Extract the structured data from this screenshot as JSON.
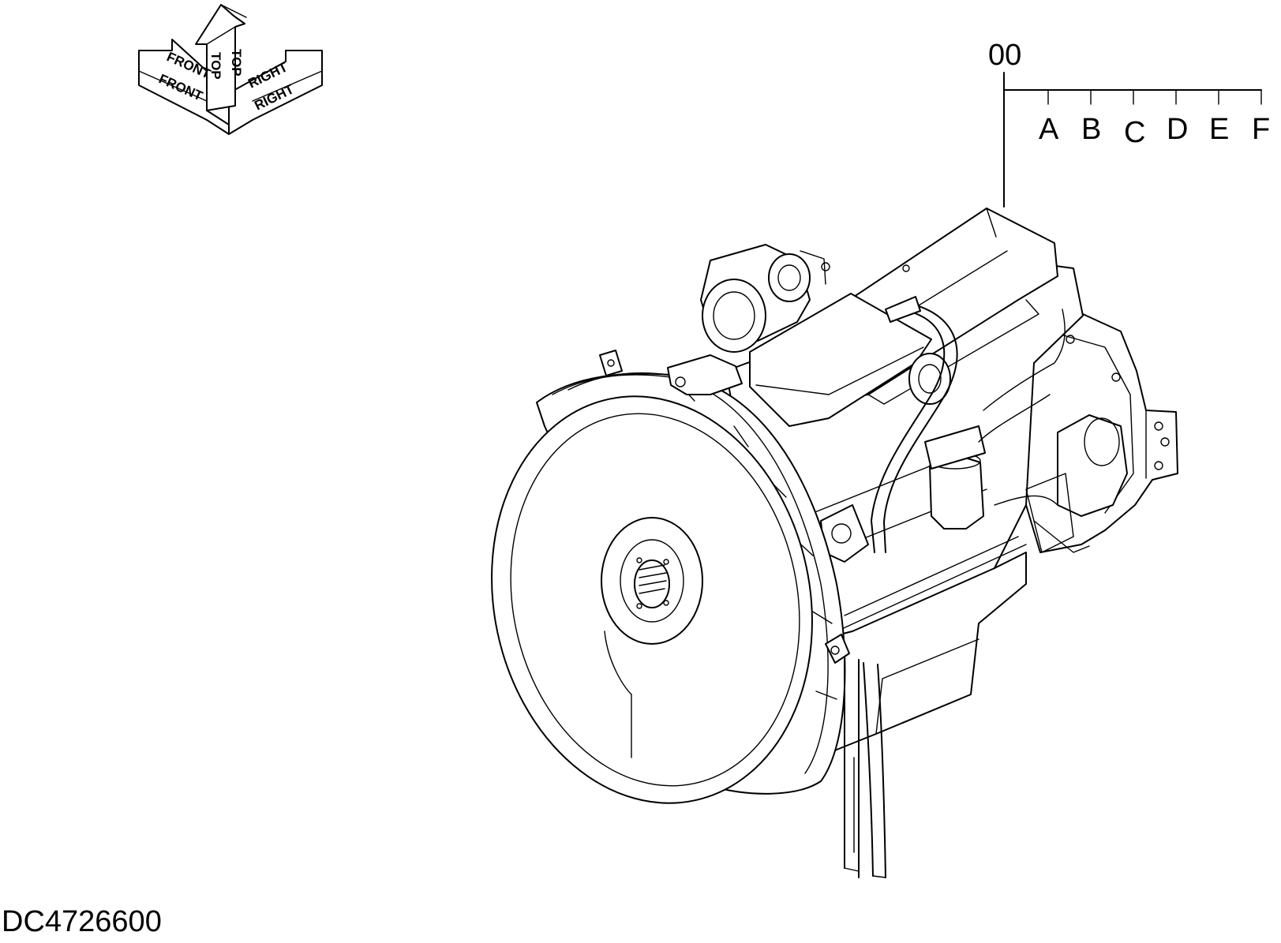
{
  "orientation_indicator": {
    "top_label": "TOP",
    "front_label": "FRONT",
    "right_label": "RIGHT",
    "icon": "orientation-axes-icon"
  },
  "callout": {
    "main": "00",
    "variants": [
      "A",
      "B",
      "C",
      "D",
      "E",
      "F"
    ]
  },
  "drawing": {
    "subject": "engine-assembly-illustration"
  },
  "reference": {
    "id": "DC4726600"
  }
}
